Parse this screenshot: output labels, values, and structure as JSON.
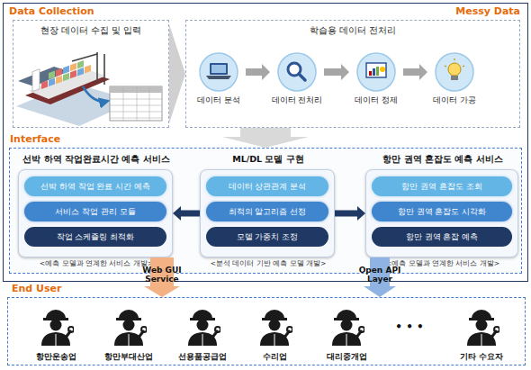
{
  "diagram": {
    "nodes": [
      {
        "text": [
          "Data Collection",
          "Messy Data"
        ]
      },
      {
        "text": [
          "현장 데이터 수집 및 입력"
        ],
        "in": 0
      },
      {
        "text": [
          "학습용 데이터 전처리"
        ],
        "in": 0
      },
      {
        "text": [
          "데이터 분석"
        ],
        "in": 2
      },
      {
        "text": [
          "데이터 전처리"
        ],
        "in": 2
      },
      {
        "text": [
          "데이터 정제"
        ],
        "in": 2
      },
      {
        "text": [
          "데이터 가공"
        ],
        "in": 2
      },
      {
        "text": [
          "Interface"
        ],
        "in": 0
      },
      {
        "text": [
          "선박 하역 작업완료시간 예측 서비스",
          "<예측 모델과 연계한 서비스 개발>"
        ],
        "in": 7
      },
      {
        "text": [
          "선박 하역 작업 완료 시간 예측"
        ],
        "in": 8
      },
      {
        "text": [
          "서비스 작업 관리 모듈"
        ],
        "in": 8
      },
      {
        "text": [
          "작업 스케쥴링 최적화"
        ],
        "in": 8
      },
      {
        "text": [
          "ML/DL 모델 구현",
          "<분석 데이터 기반 예측 모델 개발>"
        ],
        "in": 7
      },
      {
        "text": [
          "데이터 상관관계 분석"
        ],
        "in": 12
      },
      {
        "text": [
          "최적의 알고리즘 선정"
        ],
        "in": 12
      },
      {
        "text": [
          "모델 가중치 조정"
        ],
        "in": 12
      },
      {
        "text": [
          "항만 권역 혼잡도 예측 서비스",
          "<예측 모델과 연계한 서비스 개발>"
        ],
        "in": 7
      },
      {
        "text": [
          "항만 권역 혼잡도 조회"
        ],
        "in": 16
      },
      {
        "text": [
          "항만 권역 혼잡도 시각화"
        ],
        "in": 16
      },
      {
        "text": [
          "항만 권역 혼잡 예측"
        ],
        "in": 16
      },
      {
        "text": [
          "End User"
        ]
      }
    ],
    "edges": [
      {
        "from": 1,
        "to": 2,
        "arrow": "to"
      },
      {
        "from": 3,
        "to": 4,
        "arrow": "to"
      },
      {
        "from": 4,
        "to": 5,
        "arrow": "to"
      },
      {
        "from": 5,
        "to": 6,
        "arrow": "to"
      },
      {
        "from": 2,
        "to": 7,
        "arrow": "to"
      },
      {
        "from": 12,
        "to": 8,
        "arrow": "to"
      },
      {
        "from": 12,
        "to": 16,
        "arrow": "to"
      },
      {
        "from": 8,
        "to": 20,
        "label": "Web GUI Service",
        "arrow": "to"
      },
      {
        "from": 16,
        "to": 20,
        "label": "Open API Layer",
        "arrow": "to"
      }
    ],
    "labels": [
      "항만운송업",
      "항만부대산업",
      "선용품공급업",
      "수리업",
      "대리중개업",
      "• • •",
      "기타 수요자"
    ]
  }
}
